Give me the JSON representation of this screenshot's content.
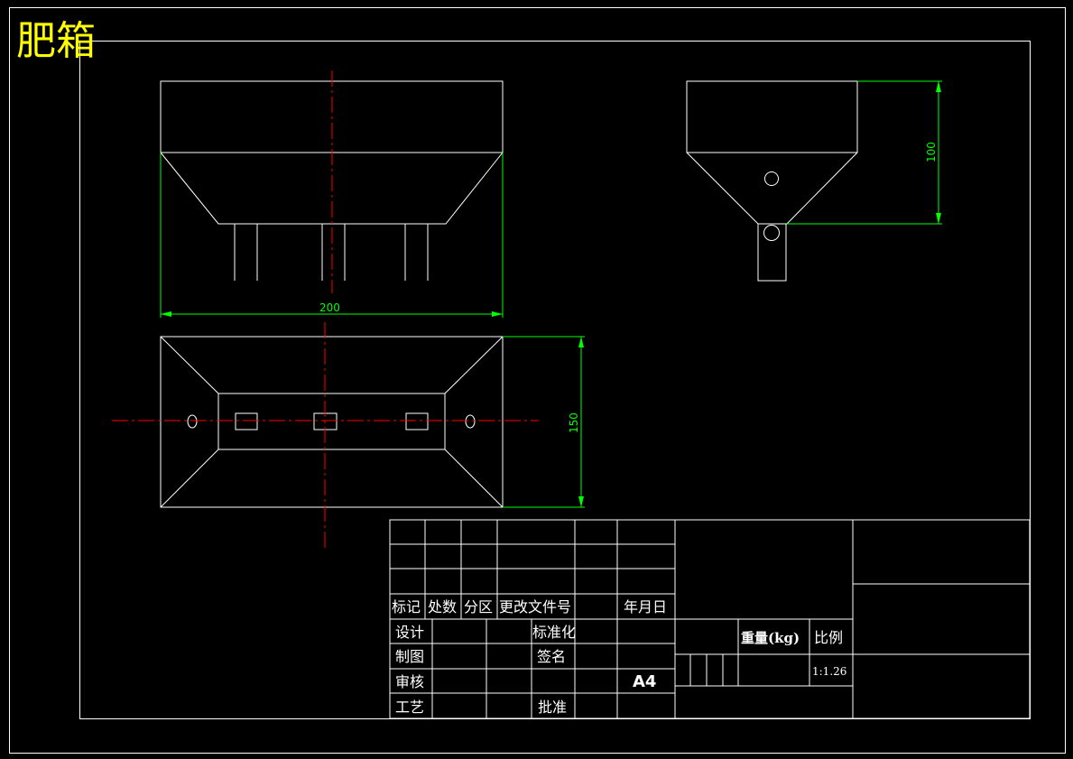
{
  "drawing_title": "肥箱",
  "dimensions": {
    "width": "200",
    "height": "100",
    "depth": "150"
  },
  "title_block": {
    "rev_headers": [
      "标记",
      "处数",
      "分区",
      "更改文件号",
      "年月日"
    ],
    "design": "设计",
    "standardization": "标准化",
    "drafting": "制图",
    "signature": "签名",
    "review": "审核",
    "paper_size": "A4",
    "process": "工艺",
    "approval": "批准",
    "weight_label": "重量(kg)",
    "scale_label": "比例",
    "scale_value": "1:1.26"
  },
  "colors": {
    "lines": "#ffffff",
    "dimension": "#00ff00",
    "centerline": "#ff0000",
    "title": "#ffff00",
    "background": "#000000"
  }
}
